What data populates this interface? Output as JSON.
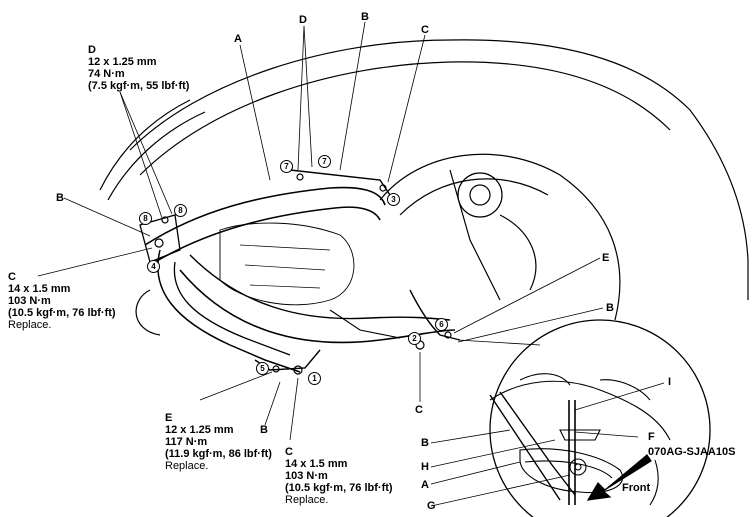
{
  "labels": {
    "A_top": "A",
    "B_top": "B",
    "C_top": "C",
    "D_top": "D",
    "B_left": "B",
    "E_right": "E",
    "B_right": "B",
    "C_bottom_mid": "C",
    "B_bottom_left": "B",
    "I_detail": "I",
    "F_detail": "F",
    "B_detail": "B",
    "H_detail": "H",
    "A_detail": "A",
    "G_detail": "G"
  },
  "specs": {
    "D": {
      "letter": "D",
      "size": "12 x 1.25 mm",
      "torque": "74 N·m",
      "alt": "(7.5 kgf·m, 55 lbf·ft)"
    },
    "C_left": {
      "letter": "C",
      "size": "14 x 1.5 mm",
      "torque": "103 N·m",
      "alt": "(10.5 kgf·m, 76 lbf·ft)",
      "note": "Replace."
    },
    "E": {
      "letter": "E",
      "size": "12 x 1.25 mm",
      "torque": "117 N·m",
      "alt": "(11.9 kgf·m, 86 lbf·ft)",
      "note": "Replace."
    },
    "C_bottom": {
      "letter": "C",
      "size": "14 x 1.5 mm",
      "torque": "103 N·m",
      "alt": "(10.5 kgf·m, 76 lbf·ft)",
      "note": "Replace."
    }
  },
  "sequence": {
    "n1": "1",
    "n2": "2",
    "n3": "3",
    "n4": "4",
    "n5": "5",
    "n6": "6",
    "n7a": "7",
    "n7b": "7",
    "n8a": "8",
    "n8b": "8"
  },
  "figure_code": "070AG-SJAA10S",
  "front_label": "Front"
}
